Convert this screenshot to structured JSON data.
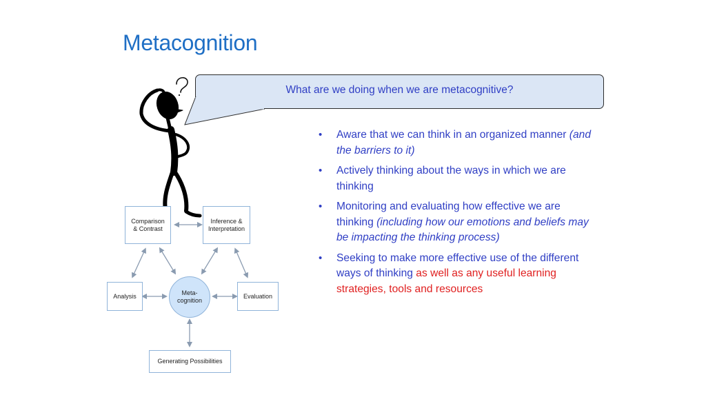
{
  "slide": {
    "title": "Metacognition",
    "callout": "What are we doing when we are metacognitive?",
    "bullets": [
      {
        "plain": "Aware that we can think in an organized manner ",
        "italic": "(and the barriers to it)",
        "red": ""
      },
      {
        "plain": "Actively thinking about the ways in which we are thinking",
        "italic": "",
        "red": ""
      },
      {
        "plain": "Monitoring and evaluating how effective we are thinking ",
        "italic": "(including how our emotions and beliefs may be impacting the thinking process)",
        "red": ""
      },
      {
        "plain": "Seeking to make more effective use of the different ways of thinking ",
        "italic": "",
        "red": "as well as any useful learning strategies, tools and resources"
      }
    ]
  },
  "diagram": {
    "nodes": {
      "comparison": "Comparison\n& Contrast",
      "inference": "Inference &\nInterpretation",
      "analysis": "Analysis",
      "metacognition": "Meta-\ncognition",
      "evaluation": "Evaluation",
      "generating": "Generating Possibilities"
    }
  },
  "colors": {
    "title": "#1f6fc5",
    "text": "#2f3ec4",
    "highlight": "#e02020",
    "callout_fill": "#dbe6f5",
    "node_border": "#8fb3d9",
    "center_fill": "#cfe4fa",
    "arrow": "#8a9bb0"
  },
  "icons": {
    "figure": "thinking-stick-figure-icon",
    "question": "question-mark-icon"
  }
}
